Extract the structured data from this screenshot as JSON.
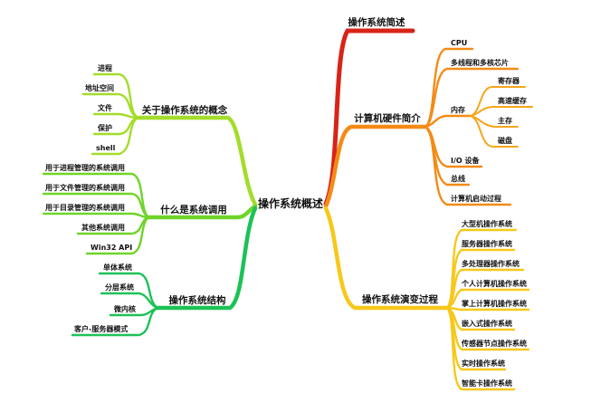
{
  "root": {
    "label": "操作系统概述"
  },
  "branches": {
    "intro": {
      "label": "操作系统简述",
      "color": "#d82418"
    },
    "hardware": {
      "label": "计算机硬件简介",
      "color": "#f48b16",
      "items": {
        "cpu": "CPU",
        "multi": "多线程和多核芯片",
        "memory": "内存",
        "io": "I/O 设备",
        "bus": "总线",
        "boot": "计算机启动过程"
      },
      "memory_items": [
        "寄存器",
        "高速缓存",
        "主存",
        "磁盘"
      ],
      "memory_color": "#f6a51b"
    },
    "evolution": {
      "label": "操作系统演变过程",
      "color": "#f7c81b",
      "items": [
        "大型机操作系统",
        "服务器操作系统",
        "多处理器操作系统",
        "个人计算机操作系统",
        "掌上计算机操作系统",
        "嵌入式操作系统",
        "传感器节点操作系统",
        "实时操作系统",
        "智能卡操作系统"
      ]
    },
    "concepts": {
      "label": "关于操作系统的概念",
      "color": "#a3dd2a",
      "items": [
        "进程",
        "地址空间",
        "文件",
        "保护",
        "shell"
      ]
    },
    "syscalls": {
      "label": "什么是系统调用",
      "color": "#6fd42a",
      "items": [
        "用于进程管理的系统调用",
        "用于文件管理的系统调用",
        "用于目录管理的系统调用",
        "其他系统调用",
        "Win32 API"
      ]
    },
    "structure": {
      "label": "操作系统结构",
      "color": "#1dc257",
      "items": [
        "单体系统",
        "分层系统",
        "微内核",
        "客户-服务器模式"
      ]
    }
  }
}
